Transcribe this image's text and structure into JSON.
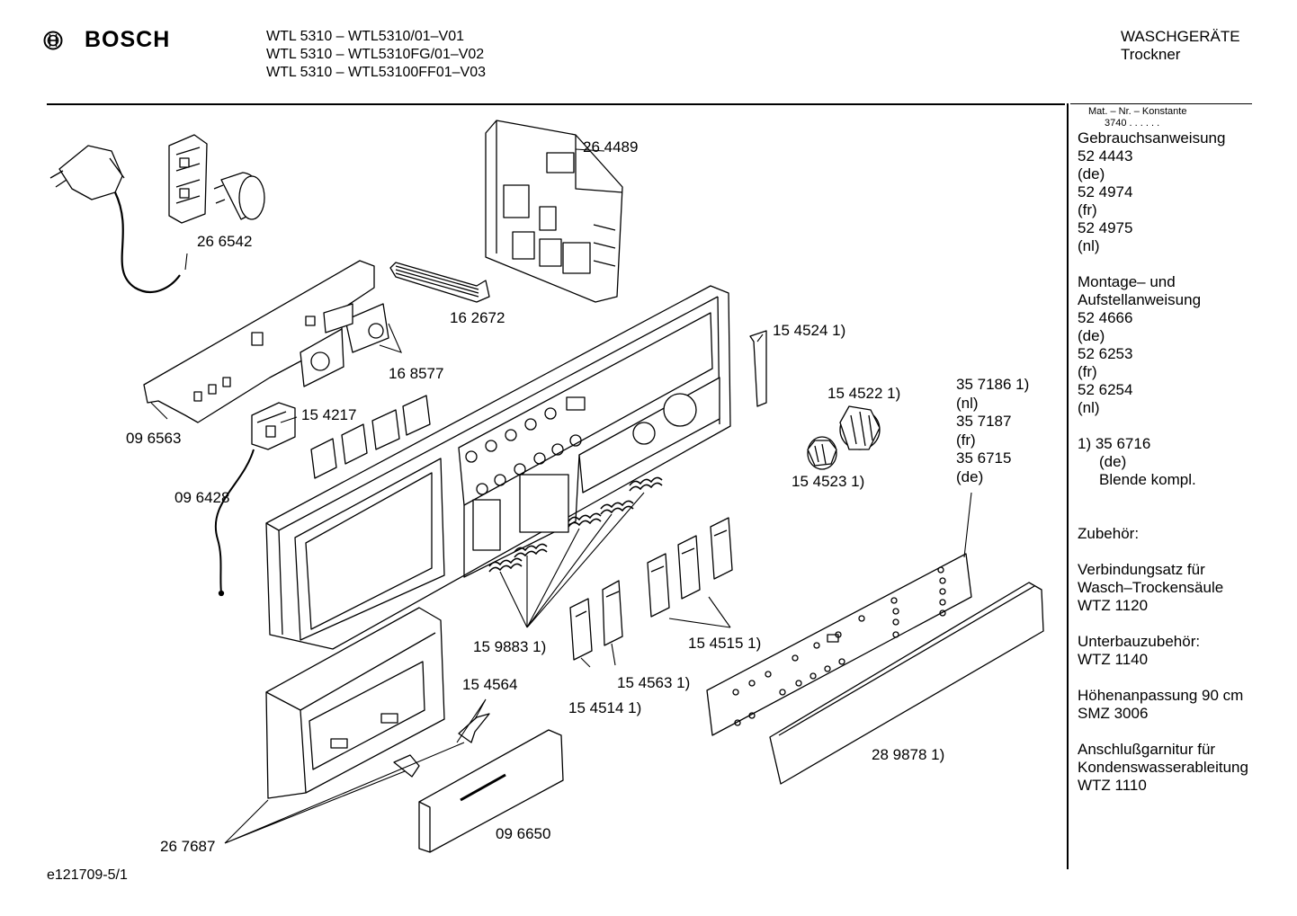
{
  "header": {
    "brand": "BOSCH",
    "models": [
      "WTL 5310 – WTL5310/01–V01",
      "WTL 5310 – WTL5310FG/01–V02",
      "WTL 5310 – WTL53100FF01–V03"
    ],
    "category": "WASCHGERÄTE",
    "subcategory": "Trockner"
  },
  "sidebar": {
    "mat_header": "Mat. – Nr. – Konstante",
    "mat_value": "3740 . . . . . .",
    "lines": [
      {
        "text": "Gebrauchsanweisung",
        "indent": false
      },
      {
        "text": "52 4443",
        "indent": false
      },
      {
        "text": "(de)",
        "indent": false
      },
      {
        "text": "52 4974",
        "indent": false
      },
      {
        "text": "(fr)",
        "indent": false
      },
      {
        "text": "52 4975",
        "indent": false
      },
      {
        "text": "(nl)",
        "indent": false
      },
      {
        "text": "",
        "indent": false
      },
      {
        "text": "Montage– und",
        "indent": false
      },
      {
        "text": "Aufstellanweisung",
        "indent": false
      },
      {
        "text": "52 4666",
        "indent": false
      },
      {
        "text": "(de)",
        "indent": false
      },
      {
        "text": "52 6253",
        "indent": false
      },
      {
        "text": "(fr)",
        "indent": false
      },
      {
        "text": "52 6254",
        "indent": false
      },
      {
        "text": "(nl)",
        "indent": false
      },
      {
        "text": "",
        "indent": false
      },
      {
        "text": "1)  35 6716",
        "indent": false
      },
      {
        "text": "(de)",
        "indent": true
      },
      {
        "text": "Blende kompl.",
        "indent": true
      },
      {
        "text": "",
        "indent": false
      },
      {
        "text": "",
        "indent": false
      },
      {
        "text": "Zubehör:",
        "indent": false
      },
      {
        "text": "",
        "indent": false
      },
      {
        "text": "Verbindungsatz für",
        "indent": false
      },
      {
        "text": "Wasch–Trockensäule",
        "indent": false
      },
      {
        "text": "WTZ 1120",
        "indent": false
      },
      {
        "text": "",
        "indent": false
      },
      {
        "text": "Unterbauzubehör:",
        "indent": false
      },
      {
        "text": "WTZ 1140",
        "indent": false
      },
      {
        "text": "",
        "indent": false
      },
      {
        "text": "Höhenanpassung 90 cm",
        "indent": false
      },
      {
        "text": "SMZ 3006",
        "indent": false
      },
      {
        "text": "",
        "indent": false
      },
      {
        "text": "Anschlußgarnitur für",
        "indent": false
      },
      {
        "text": "Kondenswasserableitung",
        "indent": false
      },
      {
        "text": "WTZ 1110",
        "indent": false
      }
    ]
  },
  "parts": [
    {
      "id": "p264489",
      "label": "26 4489"
    },
    {
      "id": "p266542",
      "label": "26 6542"
    },
    {
      "id": "p162672",
      "label": "16 2672"
    },
    {
      "id": "p168577",
      "label": "16 8577"
    },
    {
      "id": "p154524",
      "label": "15 4524 1)"
    },
    {
      "id": "p154217",
      "label": "15 4217"
    },
    {
      "id": "p096563",
      "label": "09 6563"
    },
    {
      "id": "p154522",
      "label": "15 4522 1)"
    },
    {
      "id": "p357186",
      "label": "35 7186 1)"
    },
    {
      "id": "p357186nl",
      "label": "(nl)"
    },
    {
      "id": "p357187",
      "label": "35 7187"
    },
    {
      "id": "p357187fr",
      "label": "(fr)"
    },
    {
      "id": "p356715",
      "label": "35 6715"
    },
    {
      "id": "p356715de",
      "label": "(de)"
    },
    {
      "id": "p154523",
      "label": "15 4523 1)"
    },
    {
      "id": "p096428",
      "label": "09 6428"
    },
    {
      "id": "p159883",
      "label": "15 9883 1)"
    },
    {
      "id": "p154515",
      "label": "15 4515 1)"
    },
    {
      "id": "p154564",
      "label": "15 4564"
    },
    {
      "id": "p154563",
      "label": "15 4563 1)"
    },
    {
      "id": "p154514",
      "label": "15 4514 1)"
    },
    {
      "id": "p289878",
      "label": "28 9878 1)"
    },
    {
      "id": "p096650",
      "label": "09 6650"
    },
    {
      "id": "p267687",
      "label": "26 7687"
    }
  ],
  "footer": {
    "code": "e121709-5/1"
  }
}
